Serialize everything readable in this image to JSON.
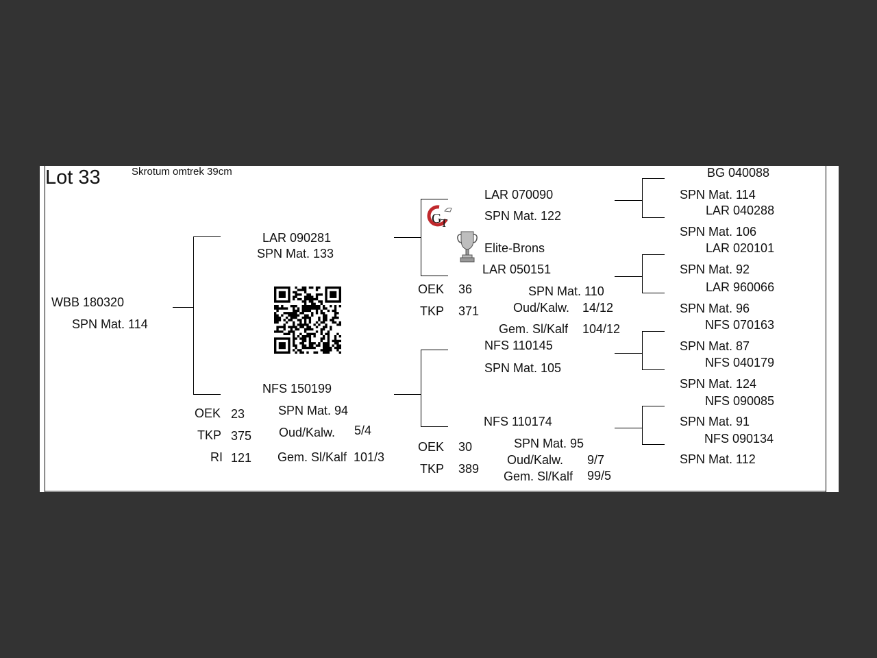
{
  "header": {
    "lot": "Lot 33",
    "note": "Skrotum omtrek 39cm"
  },
  "subject": {
    "id": "WBB 180320",
    "spn": "SPN Mat. 114"
  },
  "sire": {
    "id": "LAR 090281",
    "spn": "SPN Mat. 133",
    "oek_label": "OEK",
    "oek": "36",
    "tkp_label": "TKP",
    "tkp": "371",
    "sire": {
      "id": "LAR 070090",
      "spn": "SPN Mat. 122",
      "gs": {
        "id": "BG  040088",
        "spn": "SPN Mat. 114"
      },
      "gd": {
        "id": "LAR 040288",
        "spn": "SPN Mat. 106"
      }
    },
    "award": "Elite-Brons",
    "dam": {
      "id": "LAR 050151",
      "spn": "SPN Mat. 110",
      "oud_label": "Oud/Kalw.",
      "oud": "14/12",
      "gem_label": "Gem. Sl/Kalf",
      "gem": "104/12",
      "gs": {
        "id": "LAR 020101",
        "spn": "SPN Mat. 92"
      },
      "gd": {
        "id": "LAR 960066",
        "spn": "SPN Mat. 96"
      }
    }
  },
  "dam": {
    "id": "NFS 150199",
    "spn": "SPN Mat. 94",
    "oek_label": "OEK",
    "oek": "23",
    "tkp_label": "TKP",
    "tkp": "375",
    "ri_label": "RI",
    "ri": "121",
    "oud_label": "Oud/Kalw.",
    "oud": "5/4",
    "gem_label": "Gem. Sl/Kalf",
    "gem": "101/3",
    "sire": {
      "id": "NFS 110145",
      "spn": "SPN Mat. 105",
      "oek_label": "OEK",
      "oek": "30",
      "tkp_label": "TKP",
      "tkp": "389",
      "gs": {
        "id": "NFS 070163",
        "spn": "SPN Mat. 87"
      },
      "gd": {
        "id": "NFS 040179",
        "spn": "SPN Mat. 124"
      }
    },
    "dam": {
      "id": "NFS 110174",
      "spn": "SPN Mat. 95",
      "oud_label": "Oud/Kalw.",
      "oud": "9/7",
      "gem_label": "Gem. Sl/Kalf",
      "gem": "99/5",
      "gs": {
        "id": "NFS 090085",
        "spn": "SPN Mat. 91"
      },
      "gd": {
        "id": "NFS 090134",
        "spn": "SPN Mat. 112"
      }
    }
  },
  "icons": {
    "logo": "gt-breeder-logo",
    "trophy": "trophy-icon",
    "qr": "qr-code"
  }
}
